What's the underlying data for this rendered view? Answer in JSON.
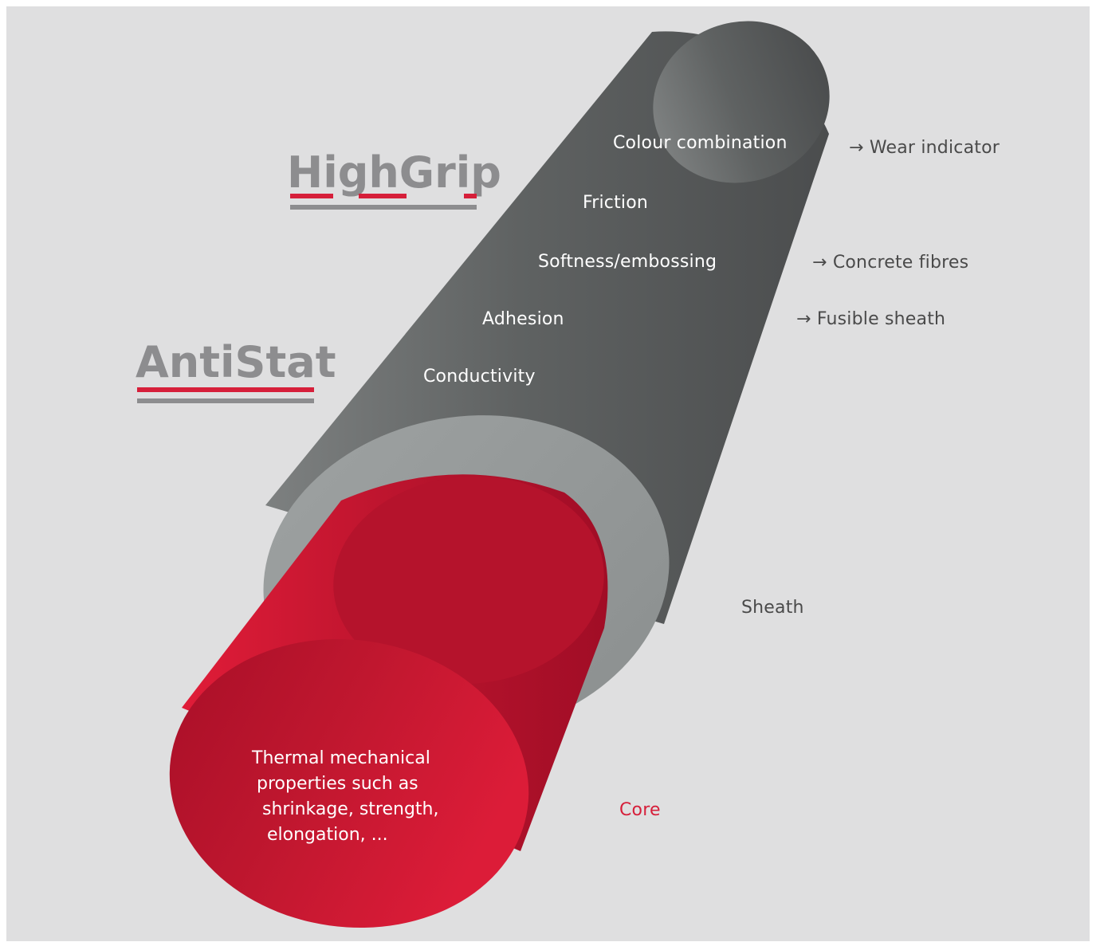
{
  "logos": {
    "highgrip": "HighGrip",
    "antistat": "AntiStat"
  },
  "sheath_features": [
    "Colour combination",
    "Friction",
    "Softness/embossing",
    "Adhesion",
    "Conductivity"
  ],
  "options": [
    "→ Wear indicator",
    "→ Concrete fibres",
    "→ Fusible sheath"
  ],
  "labels": {
    "sheath": "Sheath",
    "core": "Core"
  },
  "core_text": [
    "Thermal mechanical",
    "properties such as",
    "shrinkage, strength,",
    "elongation, ..."
  ],
  "colors": {
    "background": "#dfdfe0",
    "sheath_outer": "#5a5c5d",
    "sheath_ring": "#969a9a",
    "core": "#c8172f",
    "logo_grey": "#8d8d8f",
    "logo_red": "#d61f3a"
  }
}
